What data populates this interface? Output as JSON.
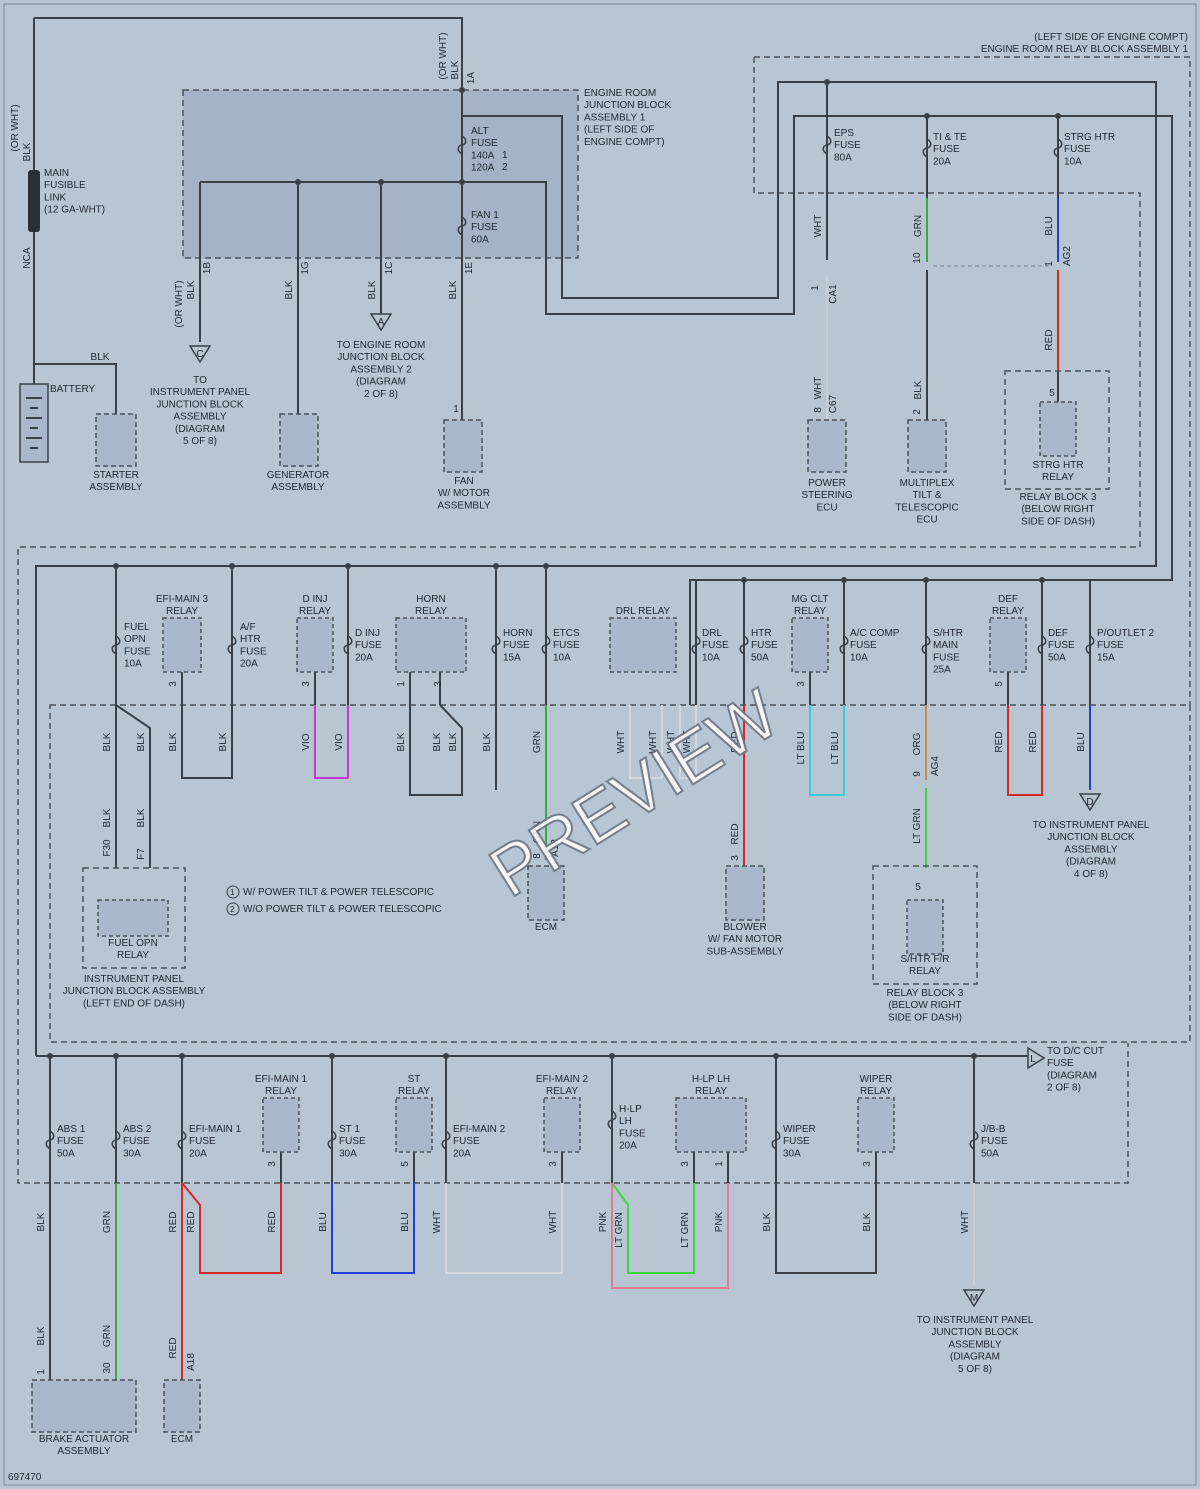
{
  "image_id": "697470",
  "preview": "PREVIEW",
  "legend": {
    "note1_num": "1",
    "note1": "W/ POWER TILT & POWER TELESCOPIC",
    "note2_num": "2",
    "note2": "W/O POWER TILT & POWER TELESCOPIC"
  },
  "top": {
    "relay_block_title1": "(LEFT SIDE OF ENGINE COMPT)",
    "relay_block_title2": "ENGINE ROOM RELAY BLOCK ASSEMBLY 1",
    "erjb_title": [
      "ENGINE ROOM",
      "JUNCTION BLOCK",
      "ASSEMBLY 1",
      "(LEFT SIDE OF",
      "ENGINE COMPT)"
    ],
    "main_wire_color": "BLK",
    "main_wire_alt": "(OR WHT)",
    "main_fusible": [
      "MAIN",
      "FUSIBLE",
      "LINK",
      "(12 GA-WHT)"
    ],
    "nca": "NCA",
    "blk": "BLK",
    "battery": "BATTERY",
    "pin_1a": "1A",
    "alt_fuse": [
      "ALT",
      "FUSE",
      "140A",
      "120A"
    ],
    "alt_n1": "1",
    "alt_n2": "2",
    "fan1_fuse": [
      "FAN 1",
      "FUSE",
      "60A"
    ],
    "pin_1b": "1B",
    "pin_1g": "1G",
    "pin_1c": "1C",
    "pin_1e": "1E",
    "conn_c": "C",
    "conn_a": "A",
    "to_ipjb_c": [
      "TO",
      "INSTRUMENT PANEL",
      "JUNCTION BLOCK",
      "ASSEMBLY",
      "(DIAGRAM",
      "5 OF 8)"
    ],
    "to_erjb2": [
      "TO ENGINE ROOM",
      "JUNCTION BLOCK",
      "ASSEMBLY 2",
      "(DIAGRAM",
      "2 OF 8)"
    ],
    "starter": [
      "STARTER",
      "ASSEMBLY"
    ],
    "generator": [
      "GENERATOR",
      "ASSEMBLY"
    ],
    "fan": [
      "FAN",
      "W/ MOTOR",
      "ASSEMBLY"
    ],
    "pin_1": "1",
    "eps_fuse": [
      "EPS",
      "FUSE",
      "80A"
    ],
    "tite_fuse": [
      "TI & TE",
      "FUSE",
      "20A"
    ],
    "strg_fuse": [
      "STRG HTR",
      "FUSE",
      "10A"
    ],
    "wht": "WHT",
    "grn": "GRN",
    "blu": "BLU",
    "red": "RED",
    "ca1": "CA1",
    "ag2": "AG2",
    "pin_10": "10",
    "c67": "C67",
    "pin_8": "8",
    "pin_2": "2",
    "pin_5": "5",
    "power_steering": [
      "POWER",
      "STEERING",
      "ECU"
    ],
    "multiplex": [
      "MULTIPLEX",
      "TILT &",
      "TELESCOPIC",
      "ECU"
    ],
    "strg_relay": [
      "STRG HTR",
      "RELAY"
    ],
    "relay_block3": [
      "RELAY BLOCK 3",
      "(BELOW RIGHT",
      "SIDE OF DASH)"
    ]
  },
  "middle": {
    "fuel_opn_fuse": [
      "FUEL",
      "OPN",
      "FUSE",
      "10A"
    ],
    "efi_main3_relay": [
      "EFI-MAIN 3",
      "RELAY"
    ],
    "af_htr_fuse": [
      "A/F",
      "HTR",
      "FUSE",
      "20A"
    ],
    "dinj_relay": [
      "D INJ",
      "RELAY"
    ],
    "dinj_fuse": [
      "D INJ",
      "FUSE",
      "20A"
    ],
    "horn_relay": [
      "HORN",
      "RELAY"
    ],
    "horn_fuse": [
      "HORN",
      "FUSE",
      "15A"
    ],
    "etcs_fuse": [
      "ETCS",
      "FUSE",
      "10A"
    ],
    "drl_relay": [
      "DRL RELAY"
    ],
    "drl_fuse": [
      "DRL",
      "FUSE",
      "10A"
    ],
    "htr_fuse": [
      "HTR",
      "FUSE",
      "50A"
    ],
    "mgclt_relay": [
      "MG CLT",
      "RELAY"
    ],
    "accomp_fuse": [
      "A/C COMP",
      "FUSE",
      "10A"
    ],
    "shtr_fuse": [
      "S/HTR",
      "MAIN",
      "FUSE",
      "25A"
    ],
    "def_relay": [
      "DEF",
      "RELAY"
    ],
    "def_fuse": [
      "DEF",
      "FUSE",
      "50A"
    ],
    "poutlet_fuse": [
      "P/OUTLET 2",
      "FUSE",
      "15A"
    ],
    "blk": "BLK",
    "vio": "VIO",
    "grn": "GRN",
    "wht": "WHT",
    "red": "RED",
    "ltblu": "LT BLU",
    "org": "ORG",
    "ltgrn": "LT GRN",
    "blu": "BLU",
    "pin_3": "3",
    "pin_1": "1",
    "pin_5": "5",
    "pin_8": "8",
    "pin_9": "9",
    "f30": "F30",
    "f7": "F7",
    "a18": "A18",
    "ag4": "AG4",
    "conn_d": "D",
    "fuel_opn_relay": [
      "FUEL OPN",
      "RELAY"
    ],
    "ipjb_left": [
      "INSTRUMENT PANEL",
      "JUNCTION BLOCK ASSEMBLY",
      "(LEFT END OF DASH)"
    ],
    "ecm": "ECM",
    "blower": [
      "BLOWER",
      "W/ FAN MOTOR",
      "SUB-ASSEMBLY"
    ],
    "shtr_relay": [
      "S/HTR F/R",
      "RELAY"
    ],
    "relay_block3": [
      "RELAY BLOCK 3",
      "(BELOW RIGHT",
      "SIDE OF DASH)"
    ],
    "to_ipjb_d": [
      "TO INSTRUMENT PANEL",
      "JUNCTION BLOCK",
      "ASSEMBLY",
      "(DIAGRAM",
      "4 OF 8)"
    ]
  },
  "bottom": {
    "to_dc_cut": [
      "TO D/C CUT",
      "FUSE",
      "(DIAGRAM",
      "2 OF 8)"
    ],
    "conn_l": "L",
    "abs1_fuse": [
      "ABS 1",
      "FUSE",
      "50A"
    ],
    "abs2_fuse": [
      "ABS 2",
      "FUSE",
      "30A"
    ],
    "efimain1_fuse": [
      "EFI-MAIN 1",
      "FUSE",
      "20A"
    ],
    "efimain1_relay": [
      "EFI-MAIN 1",
      "RELAY"
    ],
    "st1_fuse": [
      "ST 1",
      "FUSE",
      "30A"
    ],
    "st_relay": [
      "ST",
      "RELAY"
    ],
    "efimain2_fuse": [
      "EFI-MAIN 2",
      "FUSE",
      "20A"
    ],
    "efimain2_relay": [
      "EFI-MAIN 2",
      "RELAY"
    ],
    "hlp_fuse": [
      "H-LP",
      "LH",
      "FUSE",
      "20A"
    ],
    "hlp_relay": [
      "H-LP LH",
      "RELAY"
    ],
    "wiper_fuse": [
      "WIPER",
      "FUSE",
      "30A"
    ],
    "wiper_relay": [
      "WIPER",
      "RELAY"
    ],
    "jbb_fuse": [
      "J/B-B",
      "FUSE",
      "50A"
    ],
    "blk": "BLK",
    "grn": "GRN",
    "red": "RED",
    "blu": "BLU",
    "wht": "WHT",
    "pnk": "PNK",
    "ltgrn": "LT GRN",
    "pin_3": "3",
    "pin_5": "5",
    "pin_1": "1",
    "pin_30": "30",
    "a18": "A18",
    "conn_m": "M",
    "brake": [
      "BRAKE ACTUATOR",
      "ASSEMBLY"
    ],
    "ecm": "ECM",
    "to_ipjb_m": [
      "TO INSTRUMENT PANEL",
      "JUNCTION BLOCK",
      "ASSEMBLY",
      "(DIAGRAM",
      "5 OF 8)"
    ]
  },
  "colors": {
    "blk": "#3a4048",
    "red": "#d62828",
    "grn": "#3aa845",
    "blu": "#1f3fd6",
    "vio": "#c23bd6",
    "wht": "#d4d8dc",
    "ltblu": "#3ec9d6",
    "org": "#c98a4a",
    "pnk": "#e07a9a",
    "ltgrn": "#3ed63e"
  }
}
